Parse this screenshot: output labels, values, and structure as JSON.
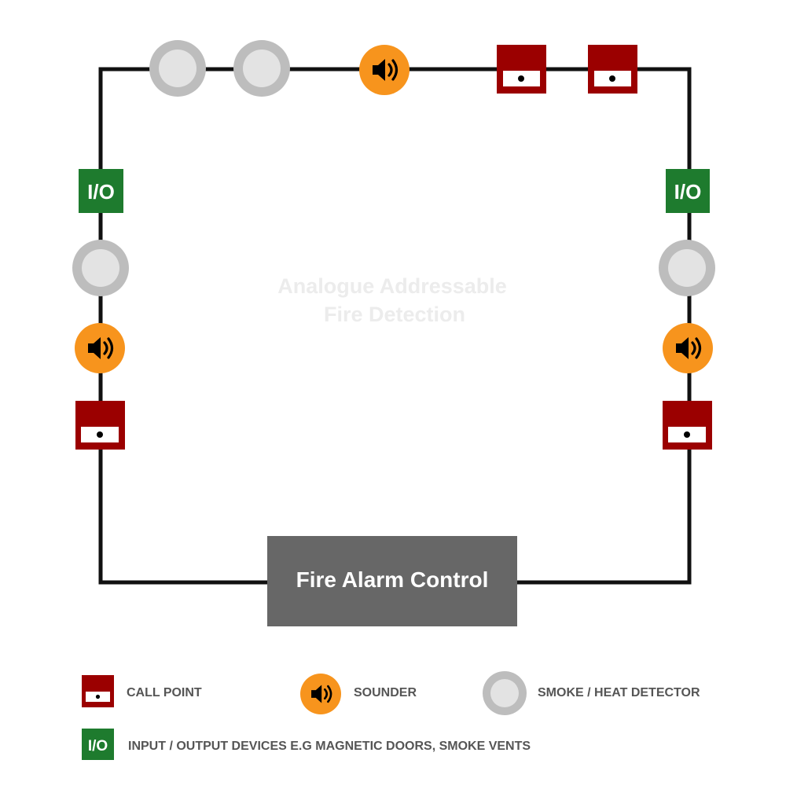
{
  "diagram": {
    "watermark": [
      "Analogue Addressable",
      "Fire Detection"
    ],
    "panel_label": "Fire Alarm Control",
    "io_label": "I/O"
  },
  "legend": {
    "call_point": "CALL POINT",
    "sounder": "SOUNDER",
    "detector": "SMOKE / HEAT DETECTOR",
    "io": "INPUT / OUTPUT DEVICES E.G MAGNETIC DOORS, SMOKE VENTS"
  },
  "colors": {
    "call_point": "#9b0000",
    "sounder": "#f7941d",
    "detector_ring": "#bdbdbd",
    "detector_core": "#e3e3e3",
    "io": "#1e7b2e",
    "panel": "#676767",
    "wire": "#111111"
  },
  "icons": {
    "sounder": "speaker-icon",
    "call_point": "call-point-icon",
    "detector": "detector-icon",
    "io": "io-module-icon"
  }
}
